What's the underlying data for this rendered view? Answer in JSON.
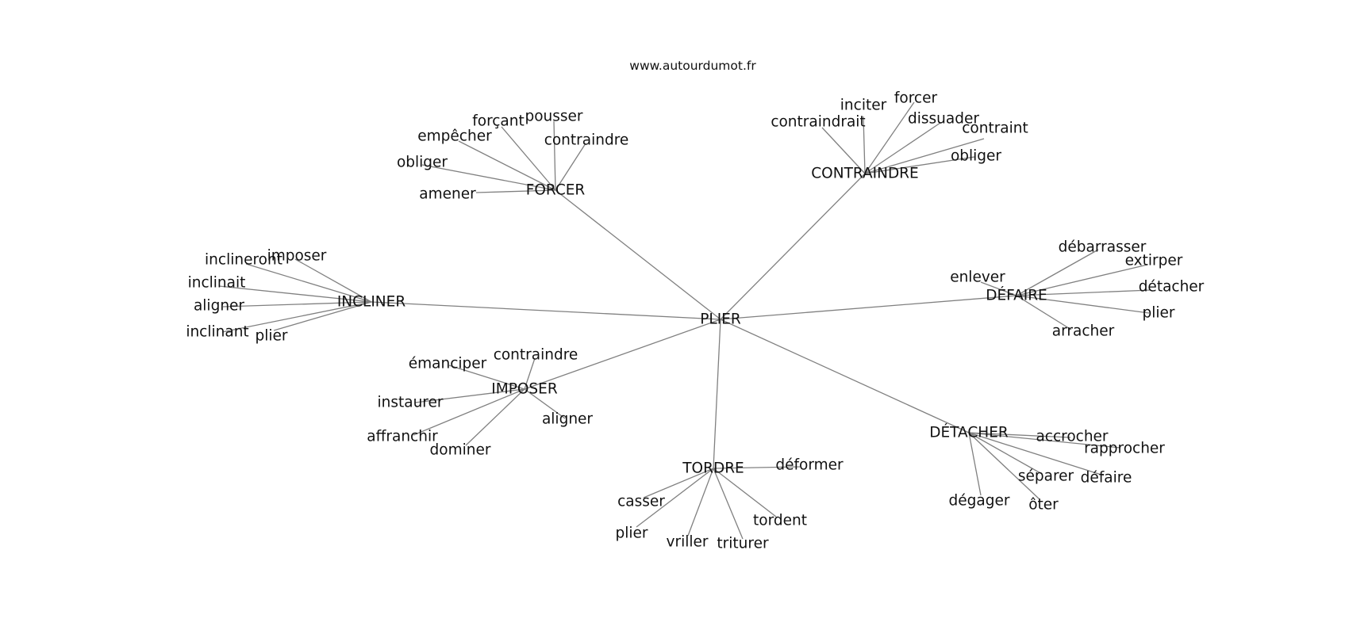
{
  "site": "www.autourdumot.fr",
  "center": {
    "label": "PLIER"
  },
  "clusters": [
    {
      "key": "forcer",
      "label": "FORCER",
      "leaves": [
        "pousser",
        "forçant",
        "empêcher",
        "contraindre",
        "obliger",
        "amener"
      ]
    },
    {
      "key": "contraindre",
      "label": "CONTRAINDRE",
      "leaves": [
        "forcer",
        "inciter",
        "dissuader",
        "contraint",
        "contraindrait",
        "obliger"
      ]
    },
    {
      "key": "incliner",
      "label": "INCLINER",
      "leaves": [
        "imposer",
        "inclineront",
        "inclinait",
        "aligner",
        "inclinant",
        "plier"
      ]
    },
    {
      "key": "defaire",
      "label": "DÉFAIRE",
      "leaves": [
        "débarrasser",
        "extirper",
        "enlever",
        "détacher",
        "plier",
        "arracher"
      ]
    },
    {
      "key": "imposer",
      "label": "IMPOSER",
      "leaves": [
        "contraindre",
        "émanciper",
        "instaurer",
        "aligner",
        "affranchir",
        "dominer"
      ]
    },
    {
      "key": "detacher",
      "label": "DÉTACHER",
      "leaves": [
        "accrocher",
        "rapprocher",
        "séparer",
        "défaire",
        "dégager",
        "ôter"
      ]
    },
    {
      "key": "tordre",
      "label": "TORDRE",
      "leaves": [
        "déformer",
        "casser",
        "plier",
        "tordent",
        "vriller",
        "triturer"
      ]
    }
  ]
}
